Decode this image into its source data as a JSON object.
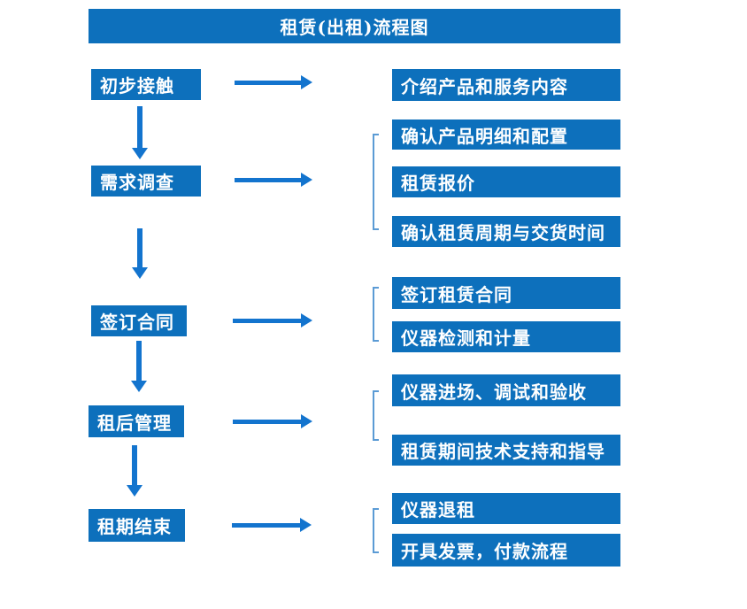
{
  "title": "租赁(出租)流程图",
  "colors": {
    "box_blue": "#0D70BC",
    "arrow_blue": "#1374CE",
    "bracket_blue": "#5B9BD5",
    "text_white": "#ffffff"
  },
  "flow": {
    "steps": [
      {
        "label": "初步接触"
      },
      {
        "label": "需求调查"
      },
      {
        "label": "签订合同"
      },
      {
        "label": "租后管理"
      },
      {
        "label": "租期结束"
      }
    ],
    "details": [
      {
        "label": "介绍产品和服务内容"
      },
      {
        "label": "确认产品明细和配置"
      },
      {
        "label": "租赁报价"
      },
      {
        "label": "确认租赁周期与交货时间"
      },
      {
        "label": "签订租赁合同"
      },
      {
        "label": "仪器检测和计量"
      },
      {
        "label": "仪器进场、调试和验收"
      },
      {
        "label": "租赁期间技术支持和指导"
      },
      {
        "label": "仪器退租"
      },
      {
        "label": "开具发票，付款流程"
      }
    ]
  }
}
